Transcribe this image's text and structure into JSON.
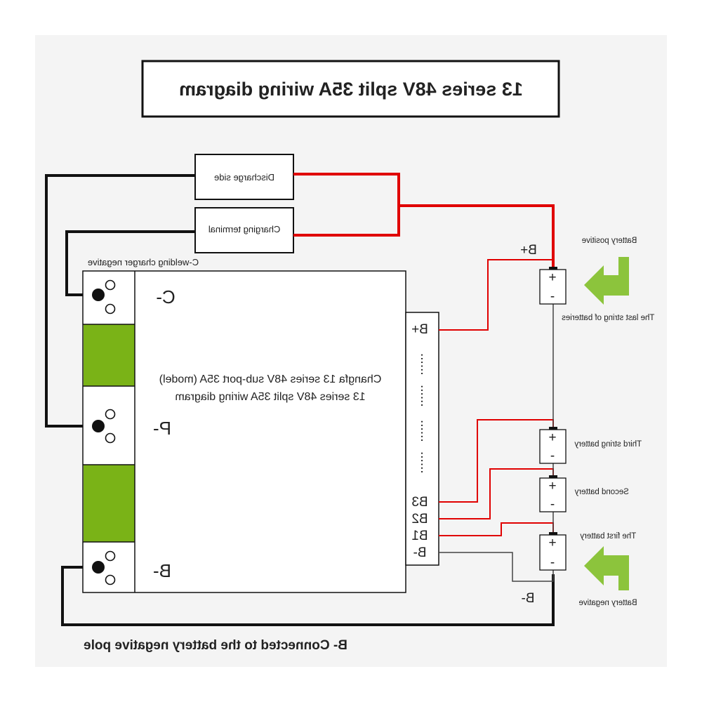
{
  "title": "13 series 48V split 35A wiring diagram",
  "labels": {
    "discharge_side": "Discharge side",
    "charging_terminal": "Charging terminal",
    "c_welding": "C-welding charger negative",
    "c_minus": "C-",
    "p_minus": "P-",
    "b_minus_terminal": "B-",
    "board_desc_line1": "Changfa 13 series 48V sub-port 35A (model)",
    "board_desc_line2": "13 series 48V split 35A wiring diagram",
    "b_plus": "B+",
    "pin_b_plus": "B+",
    "pin_b3": "B3",
    "pin_b2": "B2",
    "pin_b1": "B1",
    "pin_b_minus": "B-",
    "b_minus_wire": "B-",
    "battery_positive": "Battery positive",
    "last_string": "The last string of batteries",
    "third_string": "Third string battery",
    "second_battery": "Second battery",
    "first_battery": "The first battery",
    "battery_negative": "Battery negative",
    "bottom_note": "B- Connected to the battery negative pole",
    "cell_plus": "+",
    "cell_minus": "-",
    "dots": "......"
  },
  "colors": {
    "red_wire": "#e00000",
    "black_wire": "#111111",
    "green_pad": "#7ab317",
    "arrow_green": "#8cc43c",
    "background": "#f4f4f4"
  }
}
